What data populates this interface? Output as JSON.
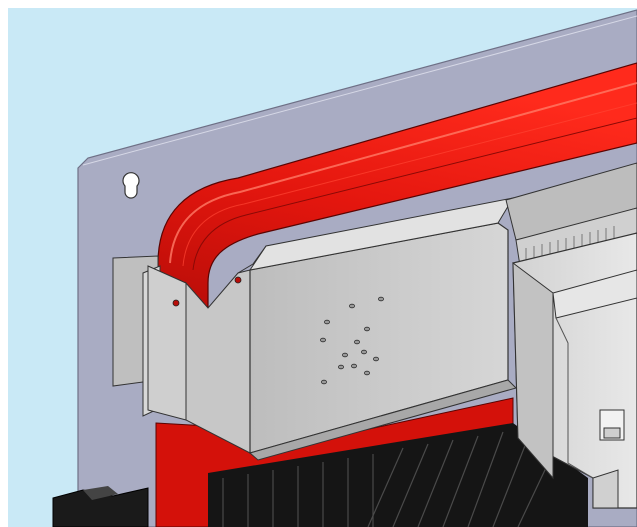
{
  "scene": {
    "kind": "3d-cad-model-view",
    "colors": {
      "background": "#c9e9f6",
      "backplate": "#a9acc3",
      "backplate_edge": "#8d90a6",
      "gasket_red": "#e0120b",
      "gasket_red_dark": "#b50d08",
      "gasket_highlight": "#ff6a55",
      "bracket": "#c9c9c9",
      "bracket_light": "#e2e2e2",
      "bracket_shadow": "#9a9a9a",
      "heatsink": "#151515",
      "outline": "#222222"
    },
    "components": [
      {
        "name": "mounting-backplate",
        "icon": "keyhole-slot-icon"
      },
      {
        "name": "red-seal-gasket"
      },
      {
        "name": "sheet-metal-bracket",
        "vent_holes": 12
      },
      {
        "name": "heatsink-fins"
      },
      {
        "name": "connector-module"
      }
    ]
  }
}
